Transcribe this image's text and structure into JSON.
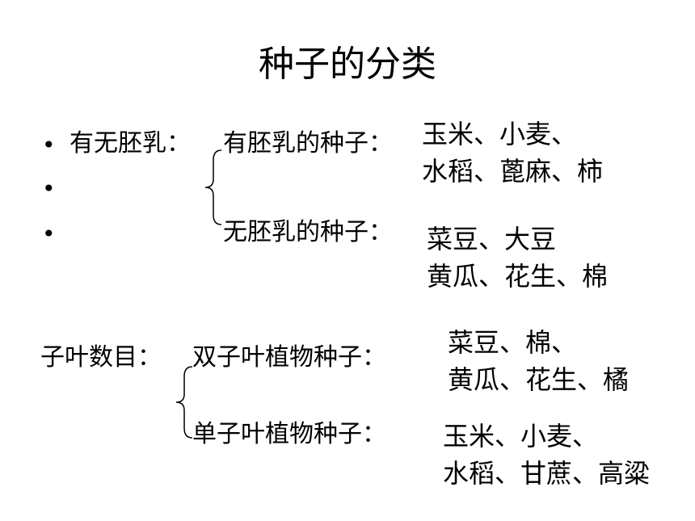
{
  "title": "种子的分类",
  "section1": {
    "bullet_symbol": "•",
    "category_label": "有无胚乳：",
    "group1": {
      "label": "有胚乳的种子：",
      "examples_line1": "玉米、小麦、",
      "examples_line2": "水稻、蓖麻、柿"
    },
    "group2": {
      "label": "无胚乳的种子：",
      "examples_line1": "菜豆、大豆",
      "examples_line2": "黄瓜、花生、棉"
    }
  },
  "section2": {
    "category_label": "子叶数目：",
    "group1": {
      "label": "双子叶植物种子：",
      "examples_line1": "菜豆、棉、",
      "examples_line2": "黄瓜、花生、橘"
    },
    "group2": {
      "label": "单子叶植物种子：",
      "examples_line1": "玉米、小麦、",
      "examples_line2": "水稻、甘蔗、高粱"
    }
  }
}
